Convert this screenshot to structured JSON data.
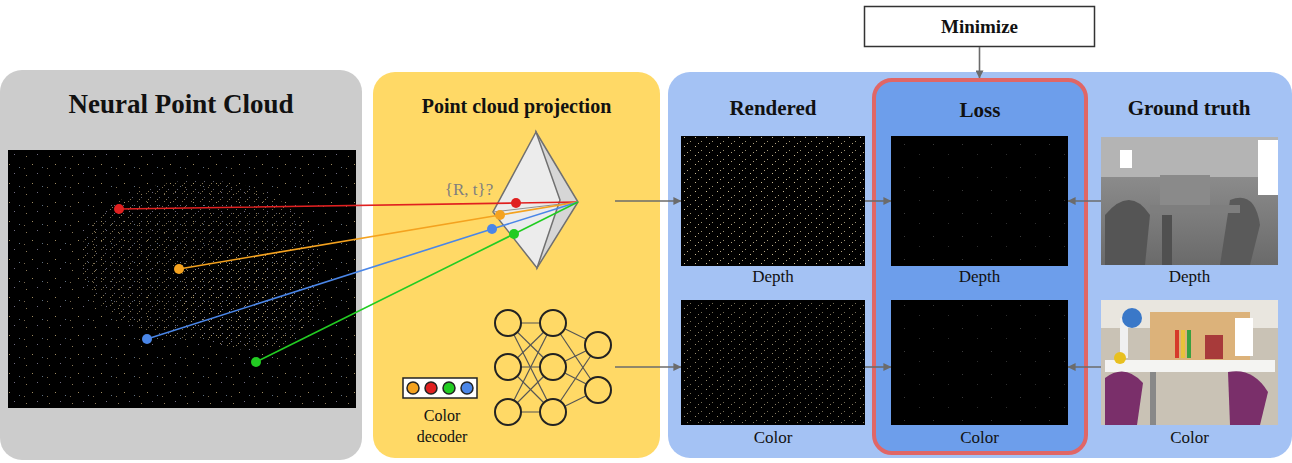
{
  "diagram": {
    "nodes": [
      {
        "text": [
          "Neural Point Cloud"
        ]
      },
      {
        "text": [
          "Point cloud projection"
        ]
      },
      {
        "text": [
          "{R, t}?"
        ],
        "in": 1
      },
      {
        "text": [
          "Color decoder"
        ],
        "in": 1
      },
      {
        "text": [
          "Minimize"
        ]
      },
      {
        "text": [
          "Rendered",
          "Ground truth"
        ]
      },
      {
        "text": [
          "Depth"
        ],
        "in": 5
      },
      {
        "text": [
          "Color"
        ],
        "in": 5
      },
      {
        "text": [
          "Loss"
        ],
        "in": 5
      },
      {
        "text": [
          "Depth"
        ],
        "in": 8
      },
      {
        "text": [
          "Color"
        ],
        "in": 8
      },
      {
        "text": [
          "Depth"
        ],
        "in": 5
      },
      {
        "text": [
          "Color"
        ],
        "in": 5
      }
    ],
    "edges": [
      {
        "from": 2,
        "to": 6,
        "arrow": "to"
      },
      {
        "from": 3,
        "to": 7,
        "arrow": "to"
      },
      {
        "from": 6,
        "to": 9,
        "arrow": "to"
      },
      {
        "from": 7,
        "to": 10,
        "arrow": "to"
      },
      {
        "from": 11,
        "to": 9,
        "arrow": "to"
      },
      {
        "from": 12,
        "to": 10,
        "arrow": "to"
      },
      {
        "from": 4,
        "to": 8,
        "arrow": "to"
      }
    ]
  }
}
